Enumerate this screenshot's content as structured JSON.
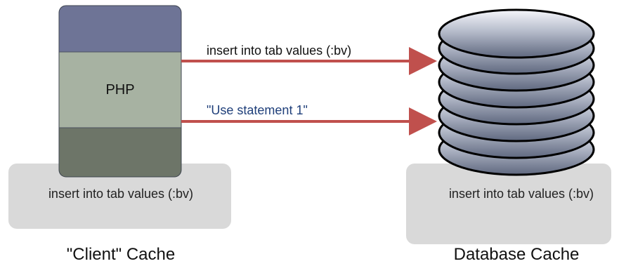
{
  "client": {
    "component_label": "PHP",
    "cache_text": "insert into tab values (:bv)",
    "caption": "\"Client\" Cache"
  },
  "database": {
    "cache_text": "insert into tab values (:bv)",
    "caption": "Database Cache"
  },
  "arrows": [
    {
      "label": "insert into tab values (:bv)",
      "color": "#c0504d",
      "label_color": "#111111"
    },
    {
      "label": "\"Use statement 1\"",
      "color": "#c0504d",
      "label_color": "#1f3f7a"
    }
  ],
  "colors": {
    "cache_box": "#d9d9d9",
    "php_top": "#6e7496",
    "php_middle": "#a7b2a2",
    "php_bottom": "#6d7568",
    "disk_fill": "#6f7890",
    "disk_stroke": "#000000"
  }
}
